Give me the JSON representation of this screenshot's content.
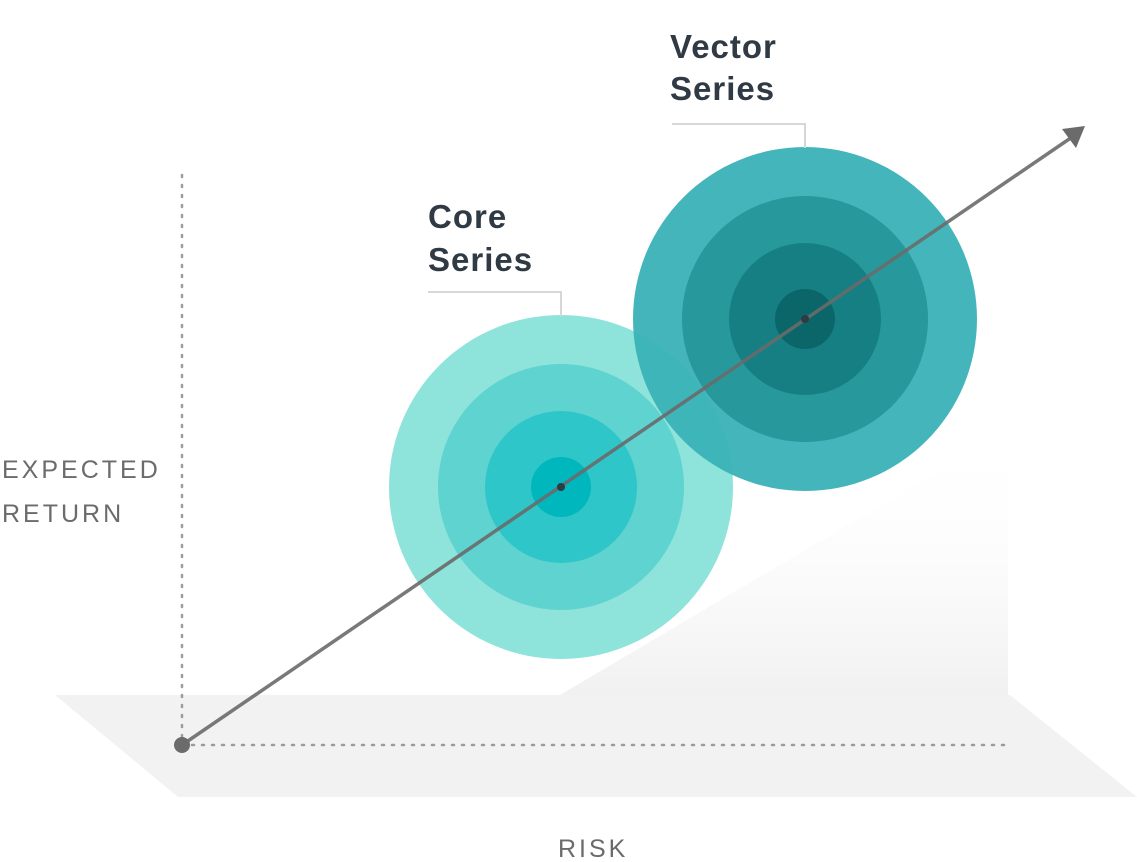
{
  "axes": {
    "y_label_line1": "EXPECTED",
    "y_label_line2": "RETURN",
    "x_label": "RISK"
  },
  "series": {
    "core": {
      "label_line1": "Core",
      "label_line2": "Series"
    },
    "vector": {
      "label_line1": "Vector",
      "label_line2": "Series"
    }
  },
  "colors": {
    "core_rings": [
      "#8ce2da",
      "#5fd3cf",
      "#2ec6c8",
      "#00b7bd"
    ],
    "vector_rings": [
      "#3ab2b7",
      "#27999c",
      "#167f84",
      "#0b6669"
    ],
    "arrow": "#6b6b6b",
    "text_strong": "#2f3a45",
    "text_axis": "#6b6b6b",
    "leader": "#d7d7d7",
    "floor": "#f2f2f2",
    "dots": "#9c9c9c"
  }
}
